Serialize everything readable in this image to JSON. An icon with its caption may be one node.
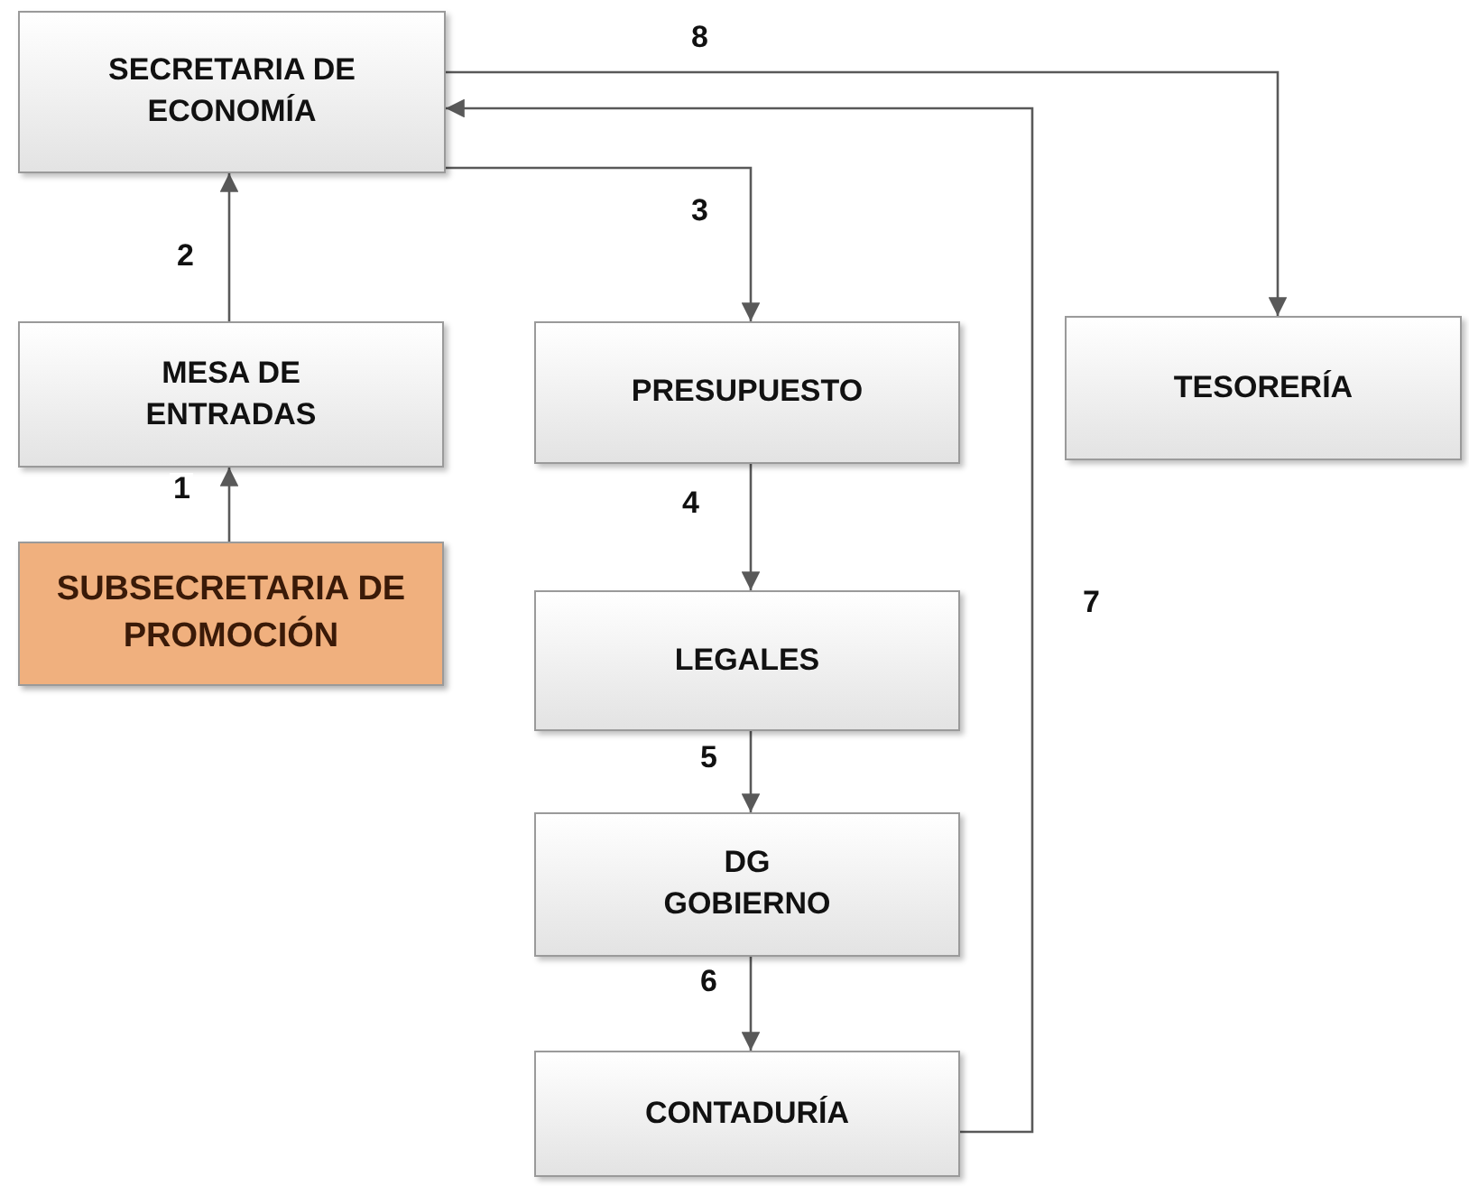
{
  "diagram": {
    "nodes": [
      {
        "text": [
          "SECRETARIA DE ECONOMÍA"
        ]
      },
      {
        "text": [
          "MESA DE ENTRADAS"
        ]
      },
      {
        "text": [
          "SUBSECRETARIA DE PROMOCIÓN"
        ]
      },
      {
        "text": [
          "PRESUPUESTO"
        ]
      },
      {
        "text": [
          "TESORERÍA"
        ]
      },
      {
        "text": [
          "LEGALES"
        ]
      },
      {
        "text": [
          "DG GOBIERNO"
        ]
      },
      {
        "text": [
          "CONTADURÍA"
        ]
      }
    ],
    "edges": [
      {
        "from": 2,
        "to": 1,
        "arrow": "to",
        "label": "1"
      },
      {
        "from": 1,
        "to": 0,
        "arrow": "to",
        "label": "2"
      },
      {
        "from": 0,
        "to": 3,
        "arrow": "to",
        "label": "3"
      },
      {
        "from": 3,
        "to": 5,
        "arrow": "to",
        "label": "4"
      },
      {
        "from": 5,
        "to": 6,
        "arrow": "to",
        "label": "5"
      },
      {
        "from": 6,
        "to": 7,
        "arrow": "to",
        "label": "6"
      },
      {
        "from": 7,
        "to": 0,
        "arrow": "to",
        "label": "7"
      },
      {
        "from": 0,
        "to": 4,
        "arrow": "to",
        "label": "8"
      }
    ]
  }
}
